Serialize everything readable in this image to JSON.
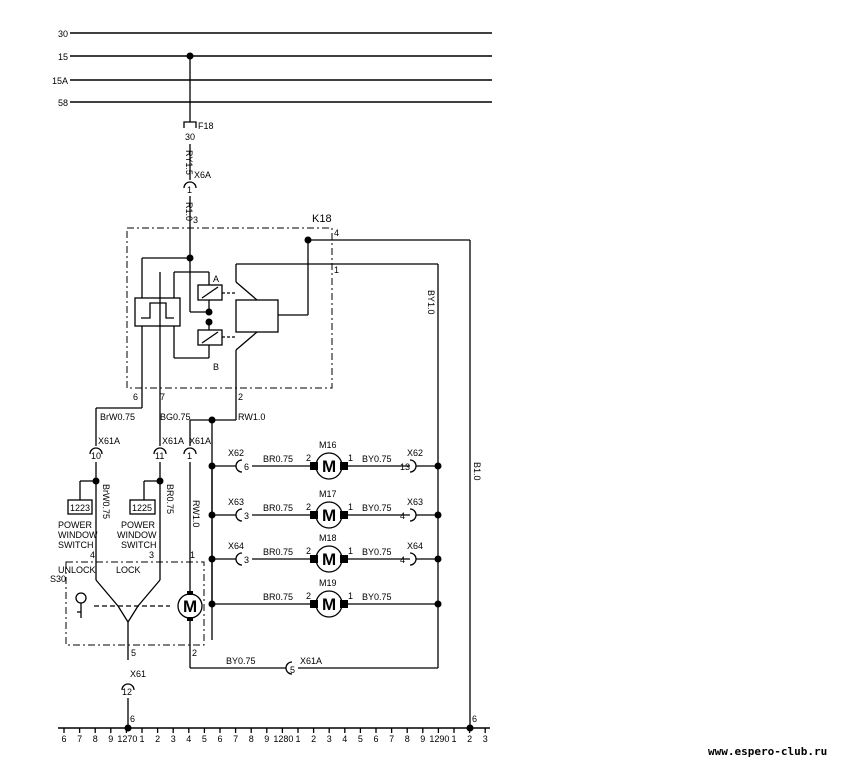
{
  "bus_labels": [
    "30",
    "15",
    "15A",
    "58"
  ],
  "fuse": {
    "name": "F18",
    "terminal": "30"
  },
  "connectors": {
    "x6a": {
      "name": "X6A",
      "pin": "1"
    },
    "x61_unlock": {
      "name": "X61A",
      "pin": "10"
    },
    "x61_lock": {
      "name": "X61A",
      "pin": "11"
    },
    "x61_motor": {
      "name": "X61A",
      "pin": "1"
    },
    "x61_bottom": {
      "name": "X61A",
      "pin": "5"
    },
    "x61": {
      "name": "X61",
      "pin": "12"
    }
  },
  "wires": {
    "ry15": "RY1.5",
    "r10": "R1.0",
    "by10": "BY1.0",
    "b10": "B1.0",
    "brw075_h": "BrW0.75",
    "bg075": "BG0.75",
    "rw10_h": "RW1.0",
    "brw075_v": "BrW0.75",
    "br075_v": "BR0.75",
    "rw10_v": "RW1.0",
    "by075_bottom": "BY0.75"
  },
  "relay": {
    "name": "K18",
    "pins": {
      "p3": "3",
      "p4": "4",
      "p1": "1",
      "p6": "6",
      "p7": "7",
      "p2": "2"
    },
    "coil_a": "A",
    "coil_b": "B"
  },
  "switches": {
    "unlock": {
      "code": "1223",
      "line1": "POWER",
      "line2": "WINDOW",
      "line3": "SWITCH",
      "pin": "4"
    },
    "lock": {
      "code": "1225",
      "line1": "POWER",
      "line2": "WINDOW",
      "line3": "SWITCH",
      "pin": "3"
    }
  },
  "s30": {
    "name": "S30",
    "unlock_label": "UNLOCK",
    "lock_label": "LOCK",
    "pin_motor": "1",
    "pin_bottom_left": "5",
    "pin_bottom_right": "2"
  },
  "motors": [
    {
      "name": "M16",
      "symbol": "M",
      "pin_left": "2",
      "pin_right": "1",
      "wire_left": "BR0.75",
      "wire_right": "BY0.75",
      "conn_left": "X62",
      "pin_conn_left": "6",
      "conn_right": "X62",
      "pin_conn_right": "13"
    },
    {
      "name": "M17",
      "symbol": "M",
      "pin_left": "2",
      "pin_right": "1",
      "wire_left": "BR0.75",
      "wire_right": "BY0.75",
      "conn_left": "X63",
      "pin_conn_left": "3",
      "conn_right": "X63",
      "pin_conn_right": "4"
    },
    {
      "name": "M18",
      "symbol": "M",
      "pin_left": "2",
      "pin_right": "1",
      "wire_left": "BR0.75",
      "wire_right": "BY0.75",
      "conn_left": "X64",
      "pin_conn_left": "3",
      "conn_right": "X64",
      "pin_conn_right": "4"
    },
    {
      "name": "M19",
      "symbol": "M",
      "pin_left": "2",
      "pin_right": "1",
      "wire_left": "BR0.75",
      "wire_right": "BY0.75",
      "conn_left": "",
      "pin_conn_left": "",
      "conn_right": "",
      "pin_conn_right": ""
    }
  ],
  "lock_motor": {
    "symbol": "M"
  },
  "bottom_connector": {
    "name": "X61A",
    "pin": "5"
  },
  "ground_pins": {
    "left": "6",
    "right": "6"
  },
  "bottom_scale": [
    "6",
    "7",
    "8",
    "9",
    "1270",
    "1",
    "2",
    "3",
    "4",
    "5",
    "6",
    "7",
    "8",
    "9",
    "1280",
    "1",
    "2",
    "3",
    "4",
    "5",
    "6",
    "7",
    "8",
    "9",
    "1290",
    "1",
    "2",
    "3"
  ],
  "website": "www.espero-club.ru"
}
